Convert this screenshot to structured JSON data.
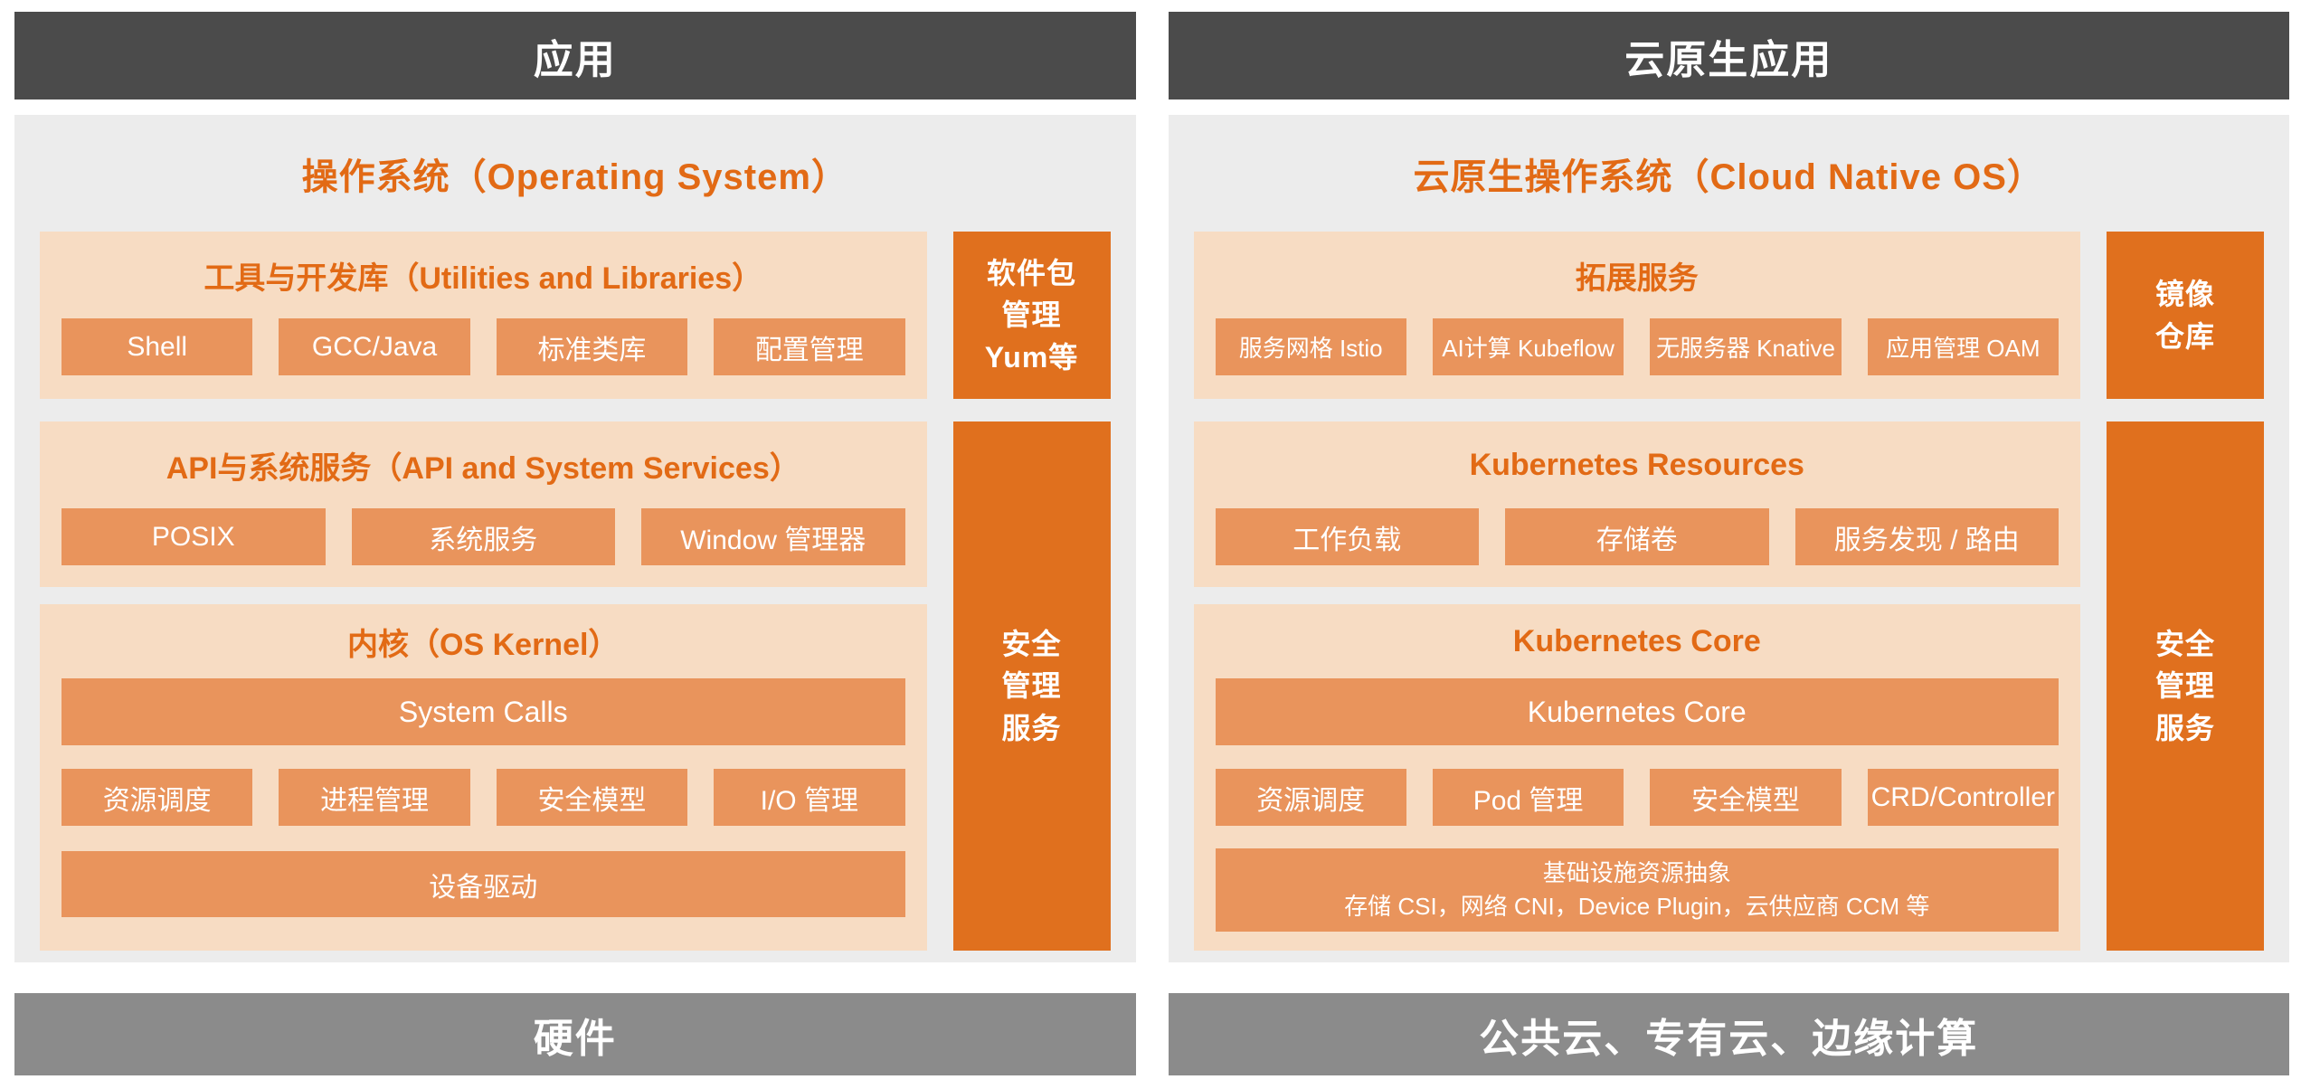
{
  "colors": {
    "header_dark": "#4b4b4b",
    "footer_gray": "#8b8b8b",
    "panel_gray": "#ececec",
    "section_peach": "#f7dcc3",
    "chip_orange": "#e9945c",
    "deep_orange": "#e0701e",
    "accent_text_orange": "#e26a15"
  },
  "left": {
    "header": "应用",
    "title": "操作系统（Operating System）",
    "sections": [
      {
        "title": "工具与开发库（Utilities and Libraries）",
        "chips": [
          "Shell",
          "GCC/Java",
          "标准类库",
          "配置管理"
        ]
      },
      {
        "title": "API与系统服务（API and System Services）",
        "chips": [
          "POSIX",
          "系统服务",
          "Window 管理器"
        ]
      },
      {
        "title": "内核（OS Kernel）",
        "top_bar": "System Calls",
        "chips": [
          "资源调度",
          "进程管理",
          "安全模型",
          "I/O 管理"
        ],
        "bottom_bar": "设备驱动"
      }
    ],
    "side_top": "软件包\n管理\nYum等",
    "side_tall": "安全\n管理\n服务",
    "footer": "硬件"
  },
  "right": {
    "header": "云原生应用",
    "title": "云原生操作系统（Cloud Native OS）",
    "sections": [
      {
        "title": "拓展服务",
        "chips": [
          "服务网格 Istio",
          "AI计算 Kubeflow",
          "无服务器 Knative",
          "应用管理 OAM"
        ]
      },
      {
        "title": "Kubernetes Resources",
        "chips": [
          "工作负载",
          "存储卷",
          "服务发现 / 路由"
        ]
      },
      {
        "title": "Kubernetes Core",
        "top_bar": "Kubernetes Core",
        "chips": [
          "资源调度",
          "Pod 管理",
          "安全模型",
          "CRD/Controller"
        ],
        "bottom_bar_line1": "基础设施资源抽象",
        "bottom_bar_line2": "存储 CSI，网络 CNI，Device Plugin，云供应商 CCM 等"
      }
    ],
    "side_top": "镜像\n仓库",
    "side_tall": "安全\n管理\n服务",
    "footer": "公共云、专有云、边缘计算"
  }
}
